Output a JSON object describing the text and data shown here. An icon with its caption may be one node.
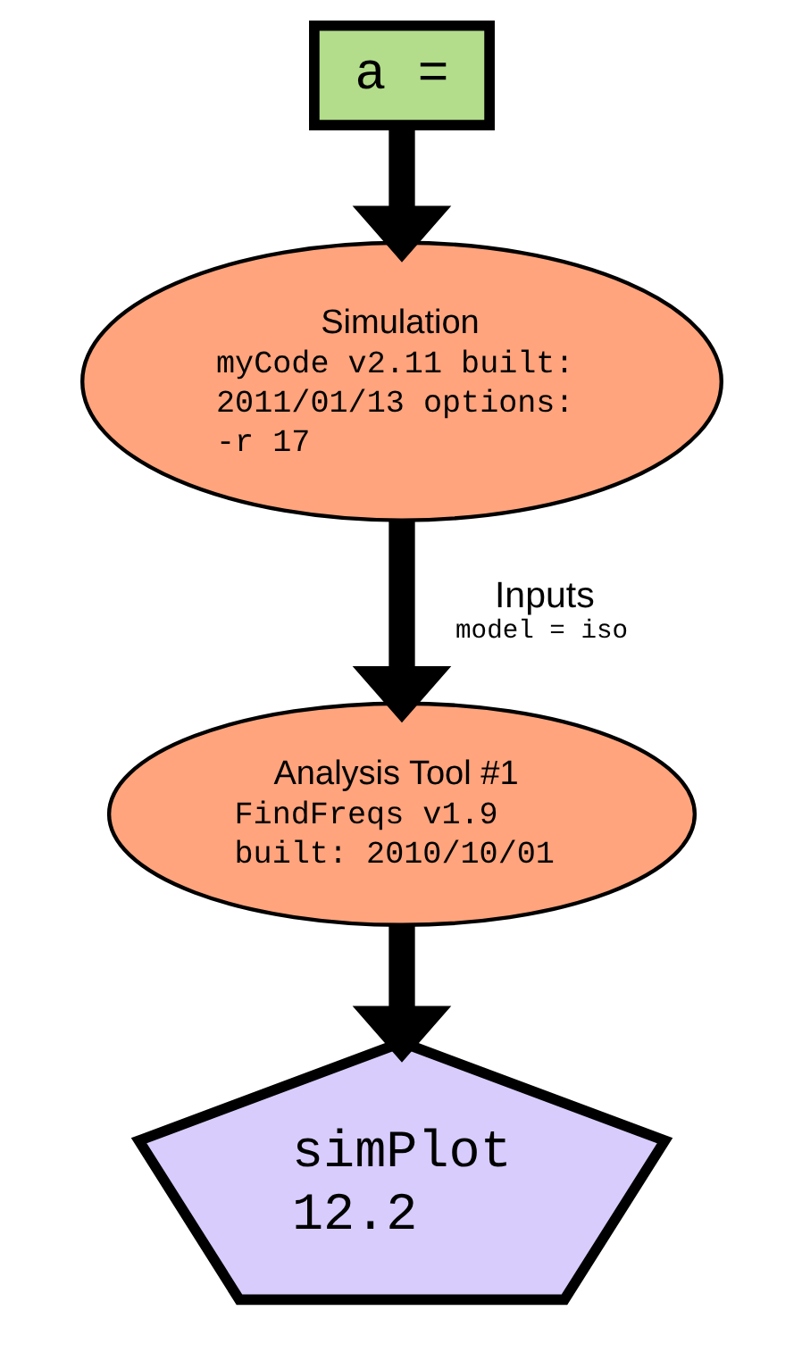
{
  "diagram": {
    "nodes": [
      {
        "text": [
          "a ="
        ]
      },
      {
        "text": [
          "Simulation",
          "myCode v2.11 built: 2011/01/13 options: -r 17"
        ]
      },
      {
        "text": [
          "Analysis Tool #1",
          "FindFreqs v1.9 built: 2010/10/01"
        ]
      },
      {
        "text": [
          "simPlot 12.2"
        ]
      }
    ],
    "edges": [
      {
        "from": 0,
        "to": 1,
        "arrow": "to"
      },
      {
        "from": 1,
        "to": 2,
        "arrow": "to",
        "label": [
          "Inputs",
          "model = iso"
        ]
      },
      {
        "from": 2,
        "to": 3,
        "arrow": "to"
      }
    ]
  }
}
